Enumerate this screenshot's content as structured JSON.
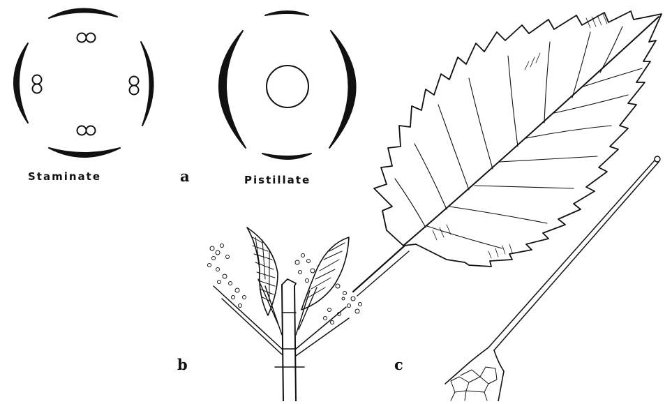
{
  "diagrams": {
    "staminate_label": "Staminate",
    "pistillate_label": "Pistillate"
  },
  "figure_letters": {
    "a": "a",
    "b": "b",
    "c": "c"
  },
  "colors": {
    "ink": "#111111",
    "paper": "#ffffff"
  }
}
